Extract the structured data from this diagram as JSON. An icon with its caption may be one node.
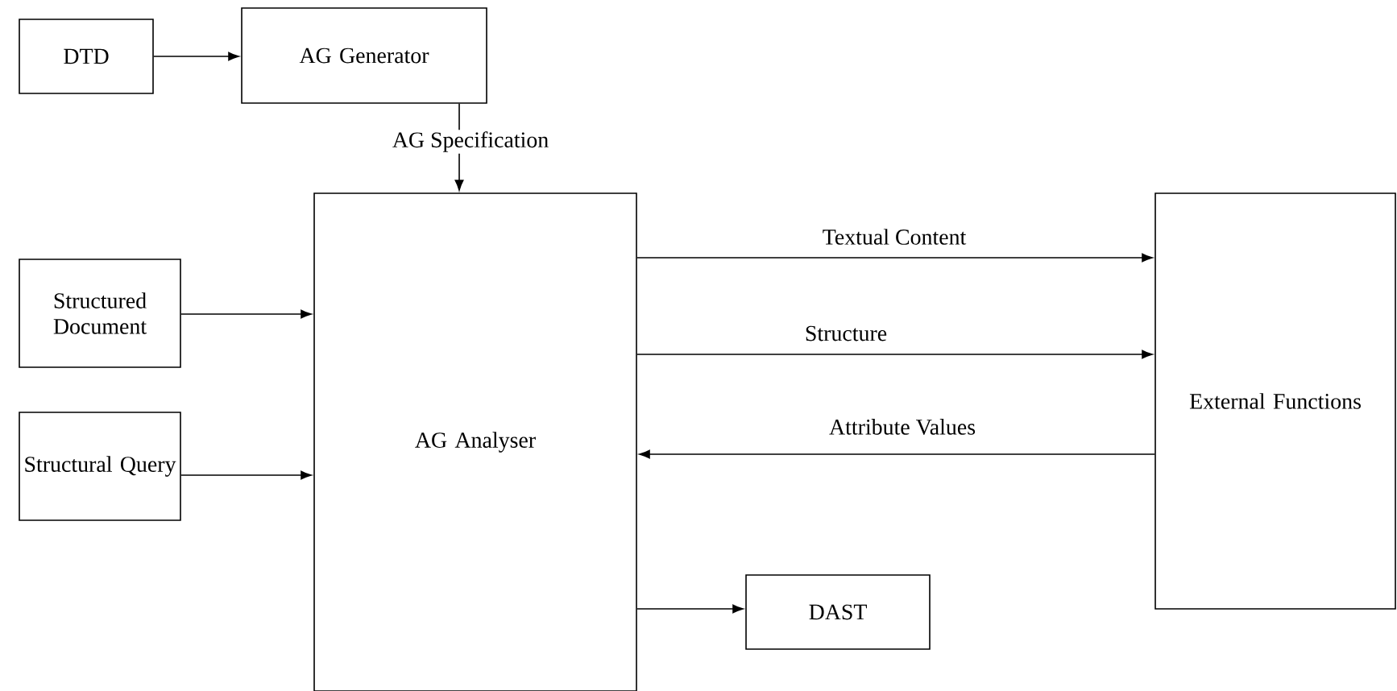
{
  "diagram": {
    "nodes": [
      {
        "text": [
          "DTD"
        ]
      },
      {
        "text": [
          "AG Generator"
        ]
      },
      {
        "text": [
          "AG Analyser"
        ]
      },
      {
        "text": [
          "Structured Document"
        ]
      },
      {
        "text": [
          "Structural Query"
        ]
      },
      {
        "text": [
          "External Functions"
        ]
      },
      {
        "text": [
          "DAST"
        ]
      }
    ],
    "edges": [
      {
        "from": 0,
        "to": 1,
        "arrow": "to"
      },
      {
        "from": 1,
        "to": 2,
        "arrow": "to",
        "label": "AG Specification"
      },
      {
        "from": 3,
        "to": 2,
        "arrow": "to"
      },
      {
        "from": 4,
        "to": 2,
        "arrow": "to"
      },
      {
        "from": 2,
        "to": 5,
        "arrow": "to",
        "label": "Textual Content"
      },
      {
        "from": 2,
        "to": 5,
        "arrow": "to",
        "label": "Structure"
      },
      {
        "from": 5,
        "to": 2,
        "arrow": "to",
        "label": "Attribute Values"
      },
      {
        "from": 2,
        "to": 6,
        "arrow": "to"
      }
    ]
  }
}
